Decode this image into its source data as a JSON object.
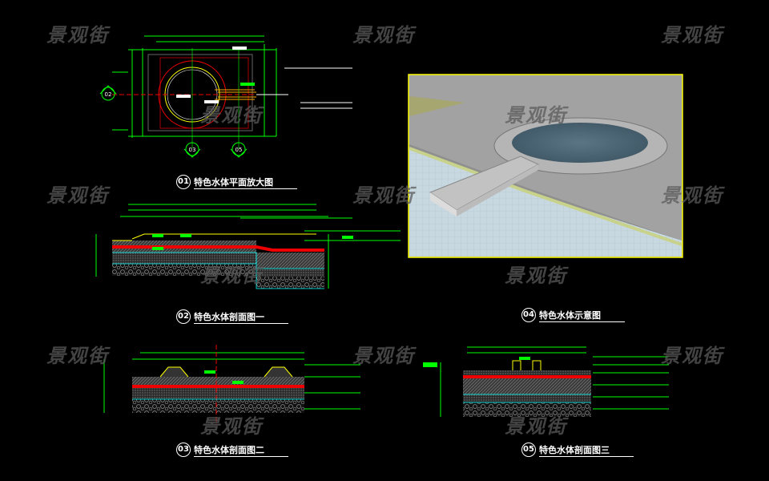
{
  "watermark": "景观街",
  "drawings": [
    {
      "id": "01",
      "title": "特色水体平面放大图"
    },
    {
      "id": "02",
      "title": "特色水体剖面图一"
    },
    {
      "id": "04",
      "title": "特色水体示意图"
    },
    {
      "id": "03",
      "title": "特色水体剖面图二"
    },
    {
      "id": "05",
      "title": "特色水体剖面图三"
    }
  ],
  "section_markers": [
    "02",
    "03",
    "05"
  ],
  "colors": {
    "background": "#000000",
    "dimension": "#00ff00",
    "concrete": "#ff0000",
    "edge": "#ffff00",
    "layer": "#00ffff",
    "watermark": "#5a5a5a"
  }
}
